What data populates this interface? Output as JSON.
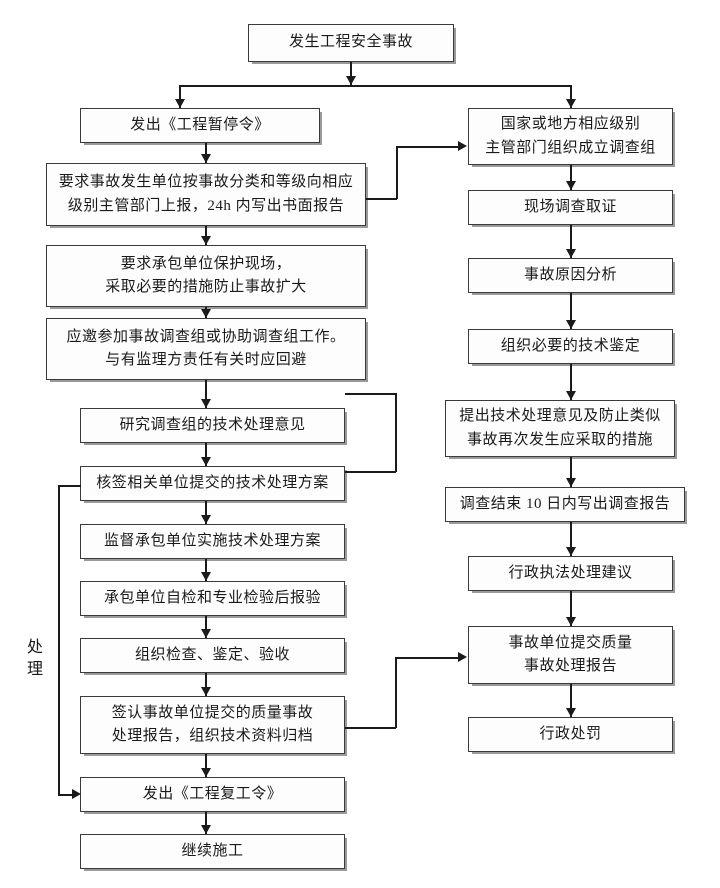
{
  "diagram": {
    "title_node": {
      "label": "发生工程安全事故"
    },
    "side_label": {
      "text": "处理"
    },
    "left_column": [
      {
        "id": "left-1",
        "label": "发出《工程暂停令》"
      },
      {
        "id": "left-2",
        "label": "要求事故发生单位按事故分类和等级向相应\n级别主管部门上报，24h 内写出书面报告"
      },
      {
        "id": "left-3",
        "label": "要求承包单位保护现场，\n采取必要的措施防止事故扩大"
      },
      {
        "id": "left-4",
        "label": "应邀参加事故调查组或协助调查组工作。\n与有监理方责任有关时应回避"
      },
      {
        "id": "left-5",
        "label": "研究调查组的技术处理意见"
      },
      {
        "id": "left-6",
        "label": "核签相关单位提交的技术处理方案"
      },
      {
        "id": "left-7",
        "label": "监督承包单位实施技术处理方案"
      },
      {
        "id": "left-8",
        "label": "承包单位自检和专业检验后报验"
      },
      {
        "id": "left-9",
        "label": "组织检查、鉴定、验收"
      },
      {
        "id": "left-10",
        "label": "签认事故单位提交的质量事故\n处理报告，组织技术资料归档"
      },
      {
        "id": "left-11",
        "label": "发出《工程复工令》"
      },
      {
        "id": "left-12",
        "label": "继续施工"
      }
    ],
    "right_column": [
      {
        "id": "right-1",
        "label": "国家或地方相应级别\n主管部门组织成立调查组"
      },
      {
        "id": "right-2",
        "label": "现场调查取证"
      },
      {
        "id": "right-3",
        "label": "事故原因分析"
      },
      {
        "id": "right-4",
        "label": "组织必要的技术鉴定"
      },
      {
        "id": "right-5",
        "label": "提出技术处理意见及防止类似\n事故再次发生应采取的措施"
      },
      {
        "id": "right-6",
        "label": "调查结束 10 日内写出调查报告"
      },
      {
        "id": "right-7",
        "label": "行政执法处理建议"
      },
      {
        "id": "right-8",
        "label": "事故单位提交质量\n事故处理报告"
      },
      {
        "id": "right-9",
        "label": "行政处罚"
      }
    ]
  }
}
